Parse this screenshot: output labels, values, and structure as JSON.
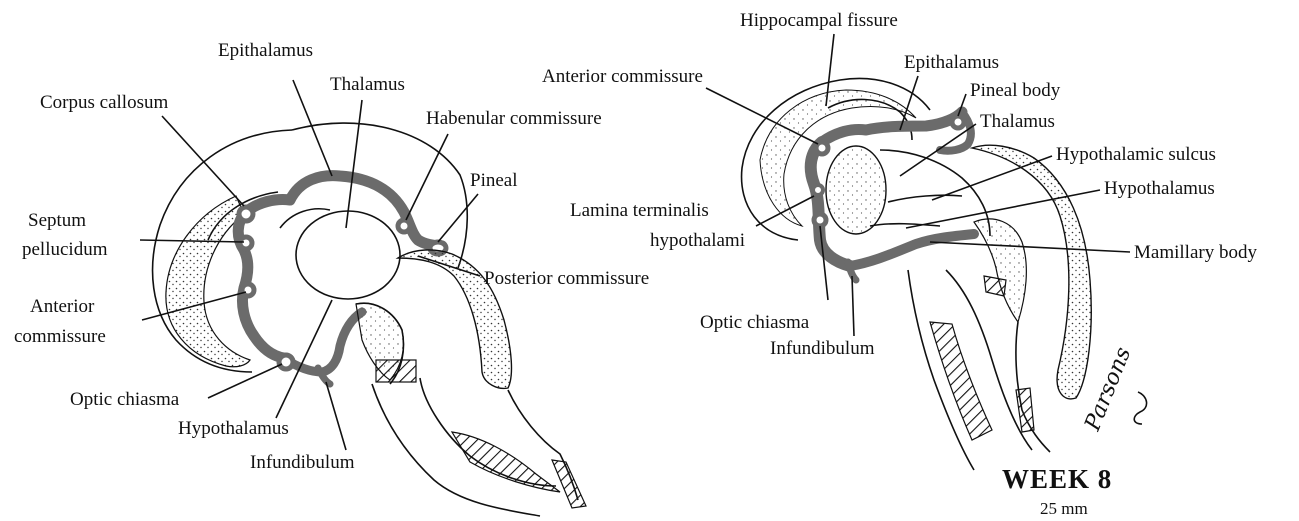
{
  "left_labels": {
    "epithalamus": "Epithalamus",
    "thalamus": "Thalamus",
    "corpus_callosum": "Corpus callosum",
    "habenular_commissure": "Habenular commissure",
    "pineal": "Pineal",
    "septum": "Septum",
    "pellucidum": "pellucidum",
    "posterior_commissure": "Posterior commissure",
    "anterior": "Anterior",
    "commissure": "commissure",
    "optic_chiasma": "Optic chiasma",
    "hypothalamus": "Hypothalamus",
    "infundibulum": "Infundibulum"
  },
  "right_labels": {
    "hippocampal_fissure": "Hippocampal fissure",
    "epithalamus": "Epithalamus",
    "anterior_commissure": "Anterior commissure",
    "pineal_body": "Pineal body",
    "thalamus": "Thalamus",
    "hypothalamic_sulcus": "Hypothalamic sulcus",
    "hypothalamus": "Hypothalamus",
    "lamina_terminalis": "Lamina terminalis",
    "hypothalami": "hypothalami",
    "mamillary_body": "Mamillary body",
    "optic_chiasma": "Optic chiasma",
    "infundibulum": "Infundibulum"
  },
  "caption": {
    "week": "WEEK 8",
    "size": "25 mm"
  },
  "signature": "Parsons",
  "colors": {
    "ink": "#111111",
    "shade": "#6b6b6b",
    "background": "#ffffff"
  }
}
